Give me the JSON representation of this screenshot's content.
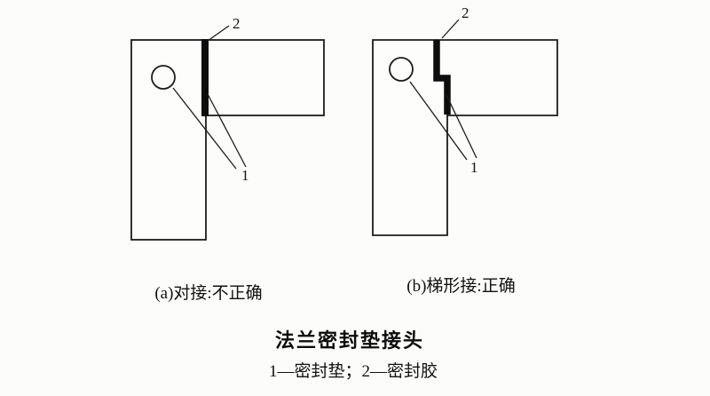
{
  "title": "法兰密封垫接头",
  "legend": "1—密封垫；2—密封胶",
  "figure_a": {
    "caption": "(a)对接:不正确",
    "label_gasket": "1",
    "label_sealant": "2"
  },
  "figure_b": {
    "caption": "(b)梯形接:正确",
    "label_gasket": "1",
    "label_sealant": "2"
  },
  "colors": {
    "line": "#1c1c1c",
    "gasket": "#0d0d0d",
    "paper": "#fcfcfa"
  }
}
